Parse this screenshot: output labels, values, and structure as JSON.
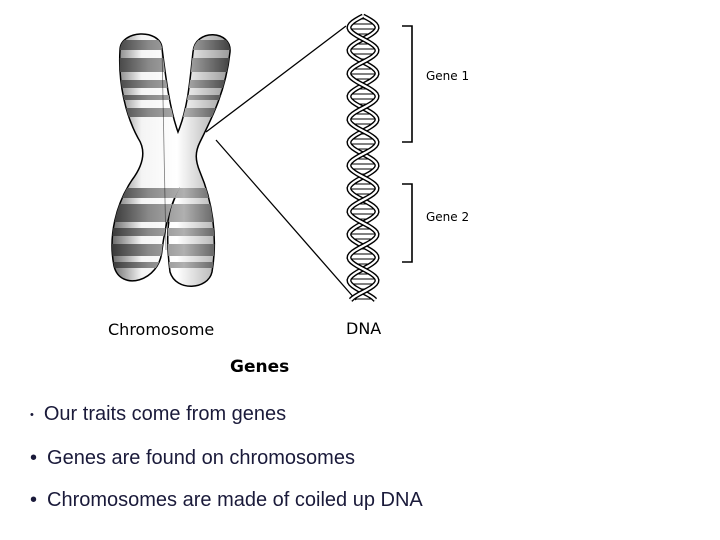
{
  "diagram": {
    "chromosome_label": "Chromosome",
    "dna_label": "DNA",
    "gene1_label": "Gene 1",
    "gene2_label": "Gene 2",
    "caption": "Genes"
  },
  "bullets": [
    {
      "marker": "•",
      "text": "Our traits come from genes"
    },
    {
      "marker": "•",
      "text": "Genes are found on chromosomes"
    },
    {
      "marker": "•",
      "text": "Chromosomes are made of coiled up DNA"
    }
  ]
}
